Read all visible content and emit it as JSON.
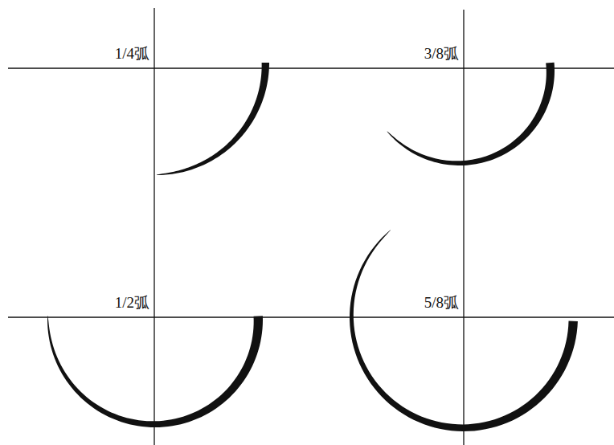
{
  "diagram": {
    "labels": [
      "1/4弧",
      "3/8弧",
      "1/2弧",
      "5/8弧"
    ]
  }
}
